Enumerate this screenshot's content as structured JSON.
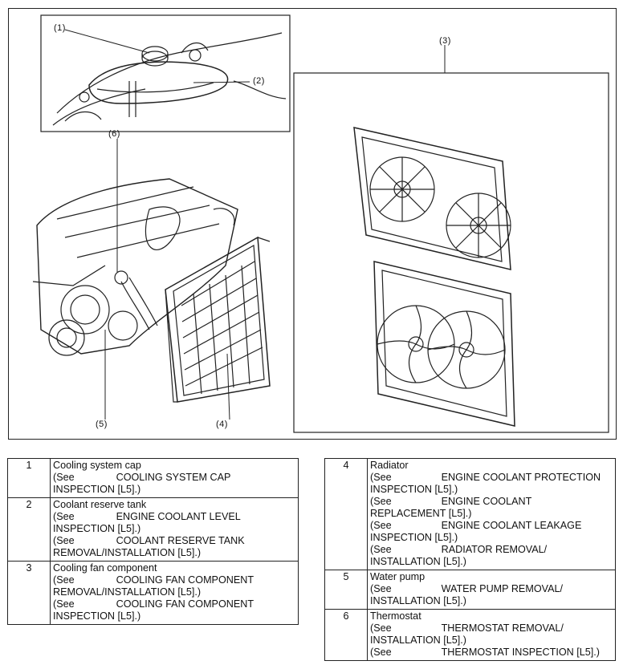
{
  "figure": {
    "callouts": [
      {
        "id": "c1",
        "label": "(1)"
      },
      {
        "id": "c2",
        "label": "(2)"
      },
      {
        "id": "c3",
        "label": "(3)"
      },
      {
        "id": "c4",
        "label": "(4)"
      },
      {
        "id": "c5",
        "label": "(5)"
      },
      {
        "id": "c6",
        "label": "(6)"
      }
    ]
  },
  "table_left": [
    {
      "num": "1",
      "name": "Cooling system cap",
      "refs": [
        [
          "(See",
          "COOLING SYSTEM CAP"
        ],
        [
          "INSPECTION [L5].)",
          ""
        ]
      ]
    },
    {
      "num": "2",
      "name": "Coolant reserve tank",
      "refs": [
        [
          "(See",
          "ENGINE COOLANT LEVEL"
        ],
        [
          "INSPECTION [L5].)",
          ""
        ],
        [
          "(See",
          "COOLANT RESERVE TANK"
        ],
        [
          "REMOVAL/INSTALLATION [L5].)",
          ""
        ]
      ]
    },
    {
      "num": "3",
      "name": "Cooling fan component",
      "refs": [
        [
          "(See",
          "COOLING FAN COMPONENT"
        ],
        [
          "REMOVAL/INSTALLATION [L5].)",
          ""
        ],
        [
          "(See",
          "COOLING FAN COMPONENT"
        ],
        [
          "INSPECTION [L5].)",
          ""
        ]
      ]
    }
  ],
  "table_right": [
    {
      "num": "4",
      "name": "Radiator",
      "refs": [
        [
          "(See",
          "ENGINE COOLANT PROTECTION"
        ],
        [
          "INSPECTION [L5].)",
          ""
        ],
        [
          "(See",
          "ENGINE COOLANT"
        ],
        [
          "REPLACEMENT [L5].)",
          ""
        ],
        [
          "(See",
          "ENGINE COOLANT LEAKAGE"
        ],
        [
          "INSPECTION [L5].)",
          ""
        ],
        [
          "(See",
          "RADIATOR REMOVAL/"
        ],
        [
          "INSTALLATION [L5].)",
          ""
        ]
      ]
    },
    {
      "num": "5",
      "name": "Water pump",
      "refs": [
        [
          "(See",
          "WATER PUMP REMOVAL/"
        ],
        [
          "INSTALLATION [L5].)",
          ""
        ]
      ]
    },
    {
      "num": "6",
      "name": "Thermostat",
      "refs": [
        [
          "(See",
          "THERMOSTAT REMOVAL/"
        ],
        [
          "INSTALLATION [L5].)",
          ""
        ],
        [
          "(See",
          "THERMOSTAT INSPECTION [L5].)"
        ]
      ]
    }
  ]
}
